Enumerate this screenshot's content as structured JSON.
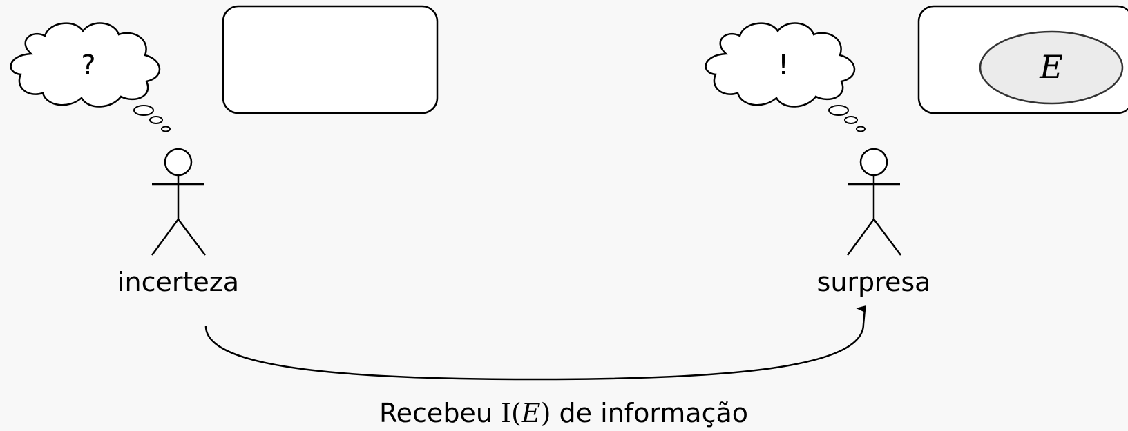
{
  "left": {
    "thought": "?",
    "label": "incerteza"
  },
  "right": {
    "thought": "!",
    "label": "surpresa",
    "event_symbol": "E"
  },
  "transition": {
    "caption_prefix": "Recebeu ",
    "caption_func": "I(",
    "caption_var": "E",
    "caption_close": ")",
    "caption_suffix": " de informação"
  }
}
